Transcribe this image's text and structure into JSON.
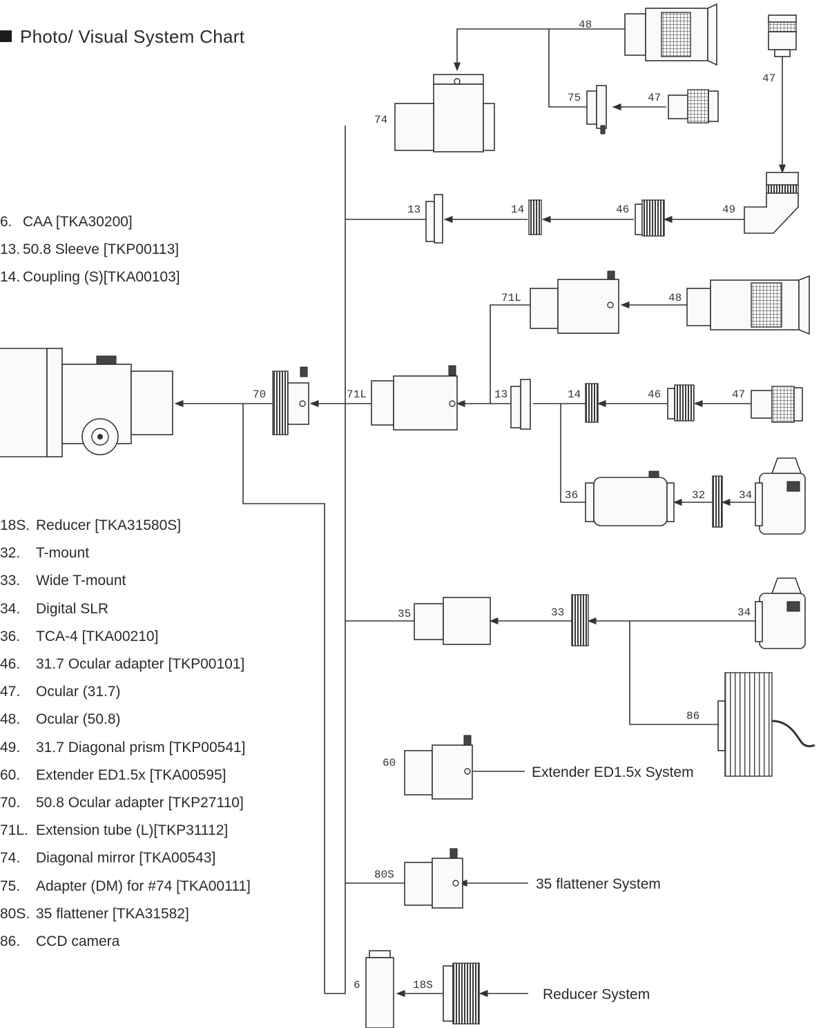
{
  "title": "Photo/ Visual System Chart",
  "legend_top": [
    {
      "num": "6.",
      "text": "CAA [TKA30200]"
    },
    {
      "num": "13.",
      "text": "50.8 Sleeve [TKP00113]"
    },
    {
      "num": "14.",
      "text": "Coupling (S)[TKA00103]"
    }
  ],
  "legend_bottom": [
    {
      "num": "18S.",
      "text": "Reducer [TKA31580S]"
    },
    {
      "num": "32.",
      "text": "T-mount"
    },
    {
      "num": "33.",
      "text": "Wide T-mount"
    },
    {
      "num": "34.",
      "text": "Digital SLR"
    },
    {
      "num": "36.",
      "text": "TCA-4 [TKA00210]"
    },
    {
      "num": "46.",
      "text": "31.7 Ocular adapter [TKP00101]"
    },
    {
      "num": "47.",
      "text": "Ocular (31.7)"
    },
    {
      "num": "48.",
      "text": "Ocular (50.8)"
    },
    {
      "num": "49.",
      "text": "31.7 Diagonal prism [TKP00541]"
    },
    {
      "num": "60.",
      "text": "Extender ED1.5x [TKA00595]"
    },
    {
      "num": "70.",
      "text": "50.8 Ocular adapter [TKP27110]"
    },
    {
      "num": "71L.",
      "text": "Extension tube (L)[TKP31112]"
    },
    {
      "num": "74.",
      "text": "Diagonal mirror [TKA00543]"
    },
    {
      "num": "75.",
      "text": "Adapter (DM) for #74 [TKA00111]"
    },
    {
      "num": "80S.",
      "text": "35 flattener [TKA31582]"
    },
    {
      "num": "86.",
      "text": "CCD camera"
    }
  ],
  "part_labels": {
    "p48a": "48",
    "p47a": "47",
    "p75": "75",
    "p47b": "47",
    "p74": "74",
    "p13a": "13",
    "p14a": "14",
    "p46a": "46",
    "p49": "49",
    "p71La": "71L",
    "p48b": "48",
    "p70": "70",
    "p71Lb": "71L",
    "p13b": "13",
    "p14b": "14",
    "p46b": "46",
    "p47c": "47",
    "p36": "36",
    "p32": "32",
    "p34a": "34",
    "p35": "35",
    "p33": "33",
    "p34b": "34",
    "p86": "86",
    "p60": "60",
    "p80S": "80S",
    "p6": "6",
    "p18S": "18S"
  },
  "systems": {
    "extender": "Extender ED1.5x System",
    "flattener": "35 flattener System",
    "reducer": "Reducer System"
  }
}
